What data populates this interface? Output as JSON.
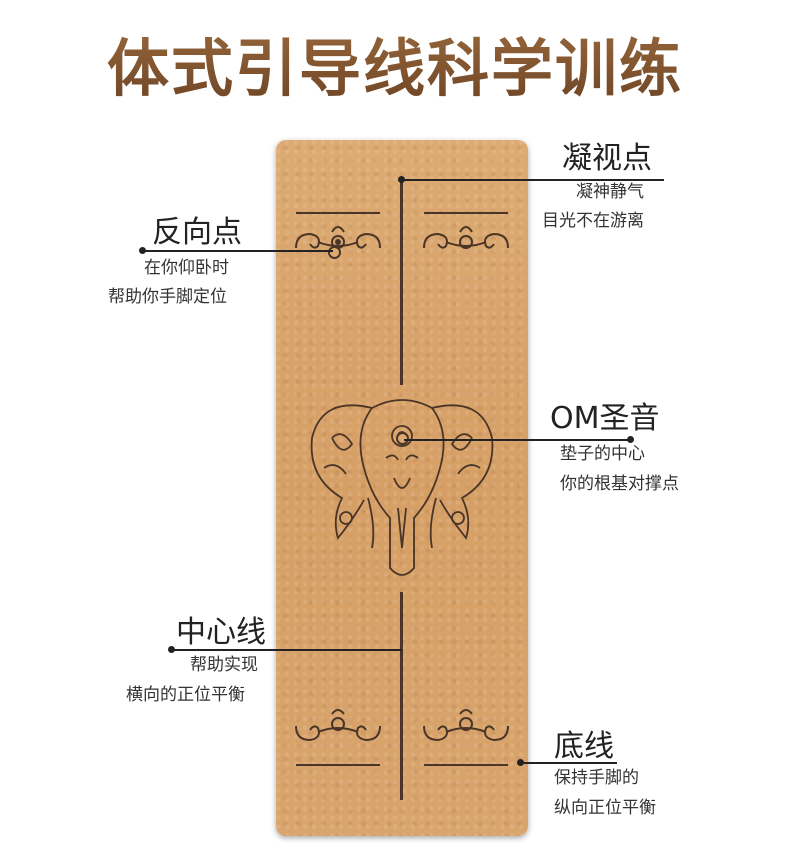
{
  "title": "体式引导线科学训练",
  "callouts": {
    "gaze": {
      "title": "凝视点",
      "line1": "凝神静气",
      "line2": "目光不在游离"
    },
    "reverse": {
      "title": "反向点",
      "line1": "在你仰卧时",
      "line2": "帮助你手脚定位"
    },
    "om": {
      "title": "OM圣音",
      "line1": "垫子的中心",
      "line2": "你的根基对撑点"
    },
    "center": {
      "title": "中心线",
      "line1": "帮助实现",
      "line2": "横向的正位平衡"
    },
    "base": {
      "title": "底线",
      "line1": "保持手脚的",
      "line2": "纵向正位平衡"
    }
  },
  "colors": {
    "mat": "#d9a56d",
    "ink": "#4a3526",
    "title": "#7a4f2c"
  },
  "icons": [
    "elephant-mandala-icon",
    "lotus-ornament-icon"
  ]
}
